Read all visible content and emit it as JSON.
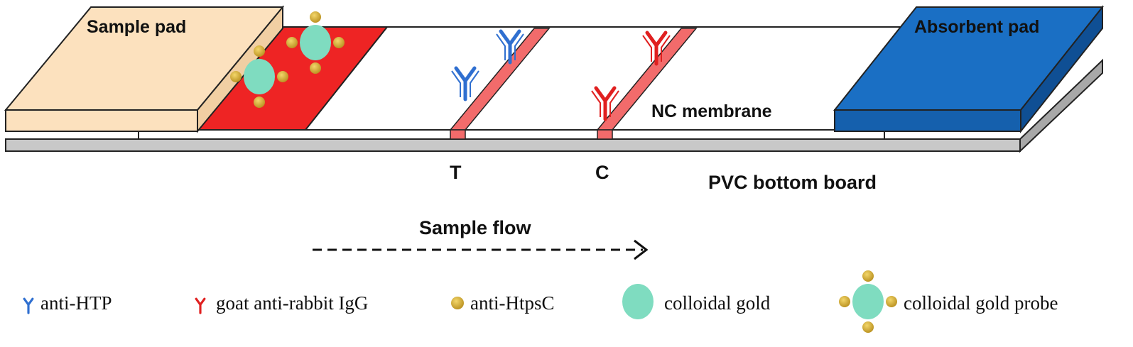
{
  "labels": {
    "sample_pad": "Sample pad",
    "absorbent_pad": "Absorbent pad",
    "nc_membrane": "NC membrane",
    "test_line": "T",
    "control_line": "C",
    "pvc_board": "PVC bottom board",
    "sample_flow": "Sample flow"
  },
  "legend": {
    "anti_htp": "anti-HTP",
    "goat_igg": "goat anti-rabbit IgG",
    "anti_htpsc": "anti-HtpsC",
    "colloidal_gold": "colloidal gold",
    "gold_probe": "colloidal gold probe"
  },
  "colors": {
    "sample_pad": "#fce1be",
    "conjugate_pad": "#ee2424",
    "absorbent_pad": "#1a6fc4",
    "pvc_board": "#c8c8c8",
    "line_band": "#f26b6b",
    "anti_htp_antibody": "#2f6fd0",
    "goat_igg_antibody": "#e02020",
    "gold_particle": "#7fdcc0",
    "anti_htpsc_dot": "#d4ad3a"
  }
}
